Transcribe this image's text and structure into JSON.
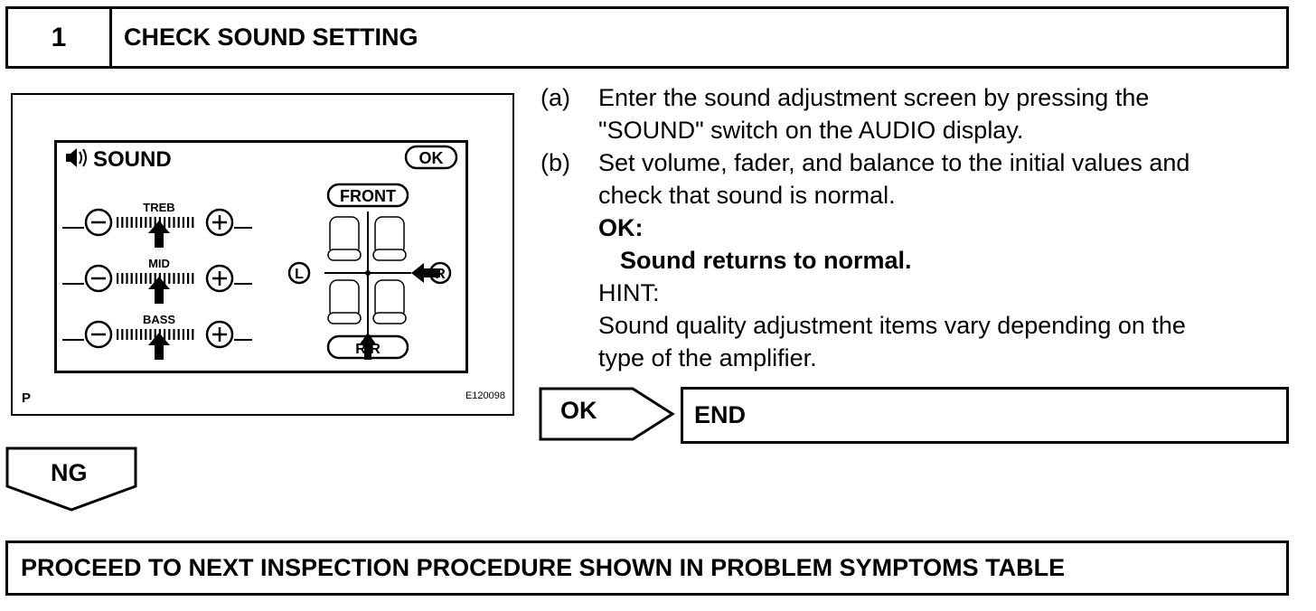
{
  "step": {
    "number": "1",
    "title": "CHECK SOUND SETTING"
  },
  "figure": {
    "screen_title": "SOUND",
    "ok_button": "OK",
    "sliders": [
      "TREB",
      "MID",
      "BASS"
    ],
    "front_label": "FRONT",
    "left_label": "L",
    "right_label": "R",
    "rear_label": "R.R",
    "corner_label": "P",
    "figure_id": "E120098"
  },
  "instructions": {
    "a_mark": "(a)",
    "a_line1": "Enter the sound adjustment screen by pressing the",
    "a_line2": "\"SOUND\" switch on the AUDIO display.",
    "b_mark": "(b)",
    "b_line1": "Set volume, fader, and balance to the initial values and",
    "b_line2": "check that sound is normal.",
    "ok_heading": "OK:",
    "ok_result": "Sound returns to normal.",
    "hint_heading": "HINT:",
    "hint_line1": "Sound quality adjustment items vary depending on the",
    "hint_line2": "type of the amplifier."
  },
  "result_ok": {
    "label": "OK",
    "target": "END"
  },
  "result_ng": {
    "label": "NG",
    "target": "PROCEED TO NEXT INSPECTION PROCEDURE SHOWN IN PROBLEM SYMPTOMS TABLE"
  }
}
